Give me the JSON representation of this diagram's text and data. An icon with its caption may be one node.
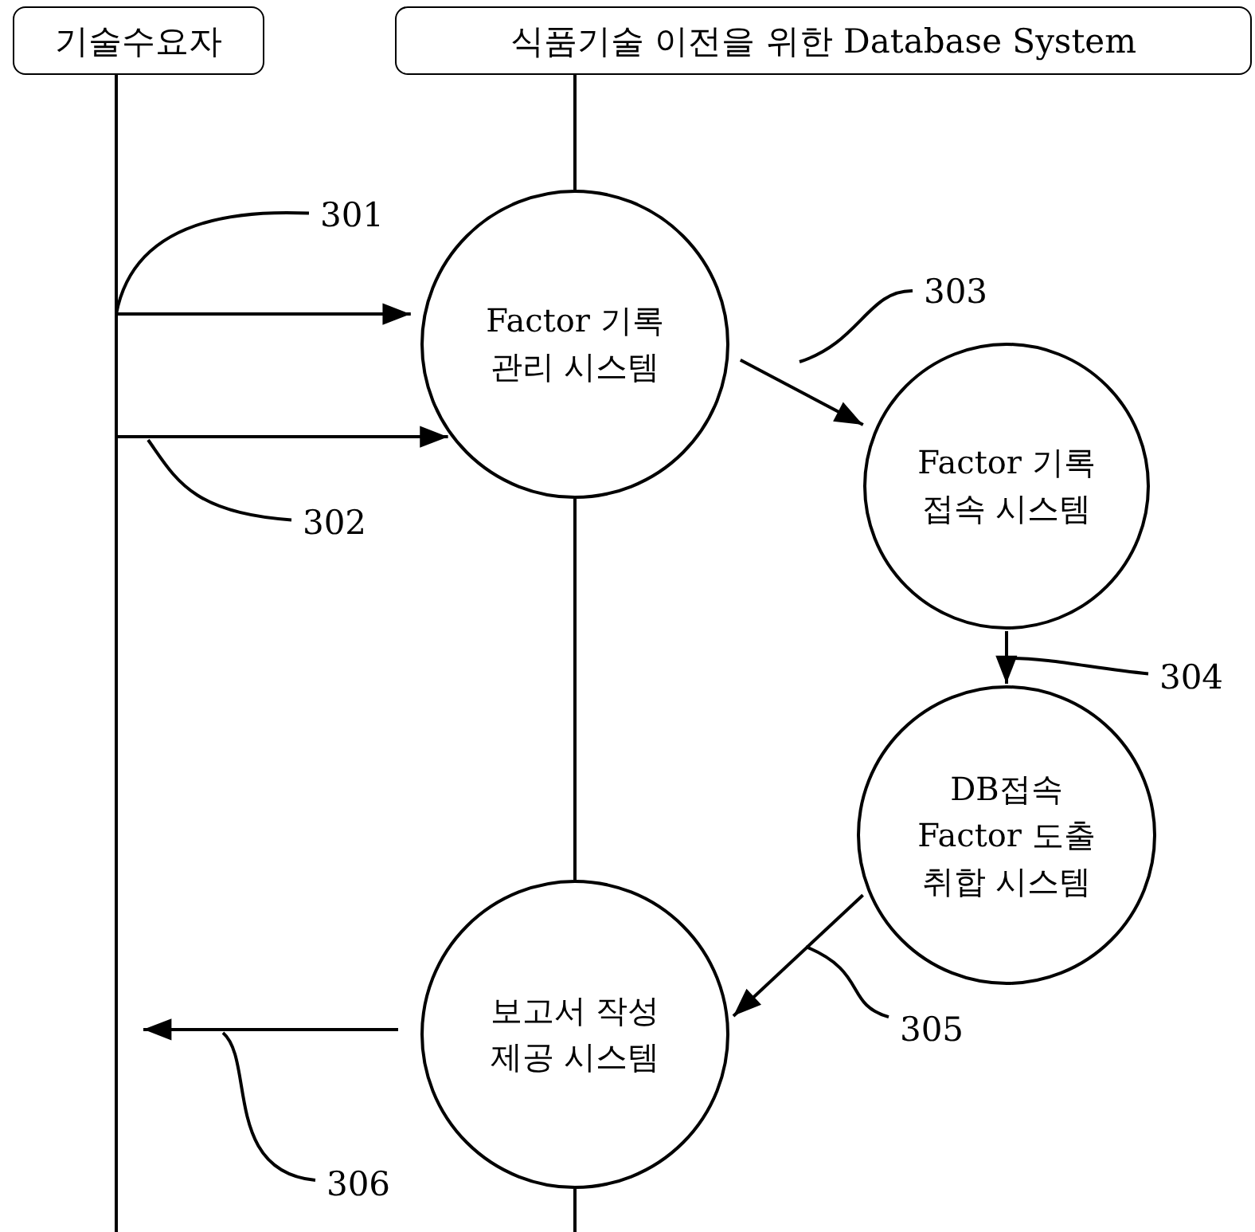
{
  "diagram": {
    "nodes": [
      {
        "text": [
          "기술수요자"
        ]
      },
      {
        "text": [
          "식품기술 이전을 위한 Database System"
        ]
      },
      {
        "text": [
          "Factor 기록 관리 시스템"
        ]
      },
      {
        "text": [
          "Factor 기록 접속 시스템"
        ]
      },
      {
        "text": [
          "DB접속 Factor 도출 취합 시스템"
        ]
      },
      {
        "text": [
          "보고서 작성 제공 시스템"
        ]
      },
      {
        "text": [
          "301"
        ]
      },
      {
        "text": [
          "302"
        ]
      },
      {
        "text": [
          "303"
        ]
      },
      {
        "text": [
          "304"
        ]
      },
      {
        "text": [
          "305"
        ]
      },
      {
        "text": [
          "306"
        ]
      }
    ],
    "edges": [
      {
        "from": 1,
        "to": 2,
        "arrow": "none"
      },
      {
        "from": 2,
        "to": 5,
        "arrow": "none"
      },
      {
        "from": null,
        "to": 2,
        "arrow": "to"
      },
      {
        "from": null,
        "to": 2,
        "arrow": "to"
      },
      {
        "from": 2,
        "to": 3,
        "arrow": "to"
      },
      {
        "from": 3,
        "to": 4,
        "arrow": "to"
      },
      {
        "from": 4,
        "to": 5,
        "arrow": "to"
      },
      {
        "from": 5,
        "to": null,
        "arrow": "to"
      },
      {
        "from": 6,
        "to": null,
        "arrow": "none"
      },
      {
        "from": 7,
        "to": null,
        "arrow": "none"
      },
      {
        "from": 8,
        "to": null,
        "arrow": "none"
      },
      {
        "from": 9,
        "to": null,
        "arrow": "none"
      },
      {
        "from": 10,
        "to": null,
        "arrow": "none"
      },
      {
        "from": 11,
        "to": null,
        "arrow": "none"
      }
    ]
  }
}
